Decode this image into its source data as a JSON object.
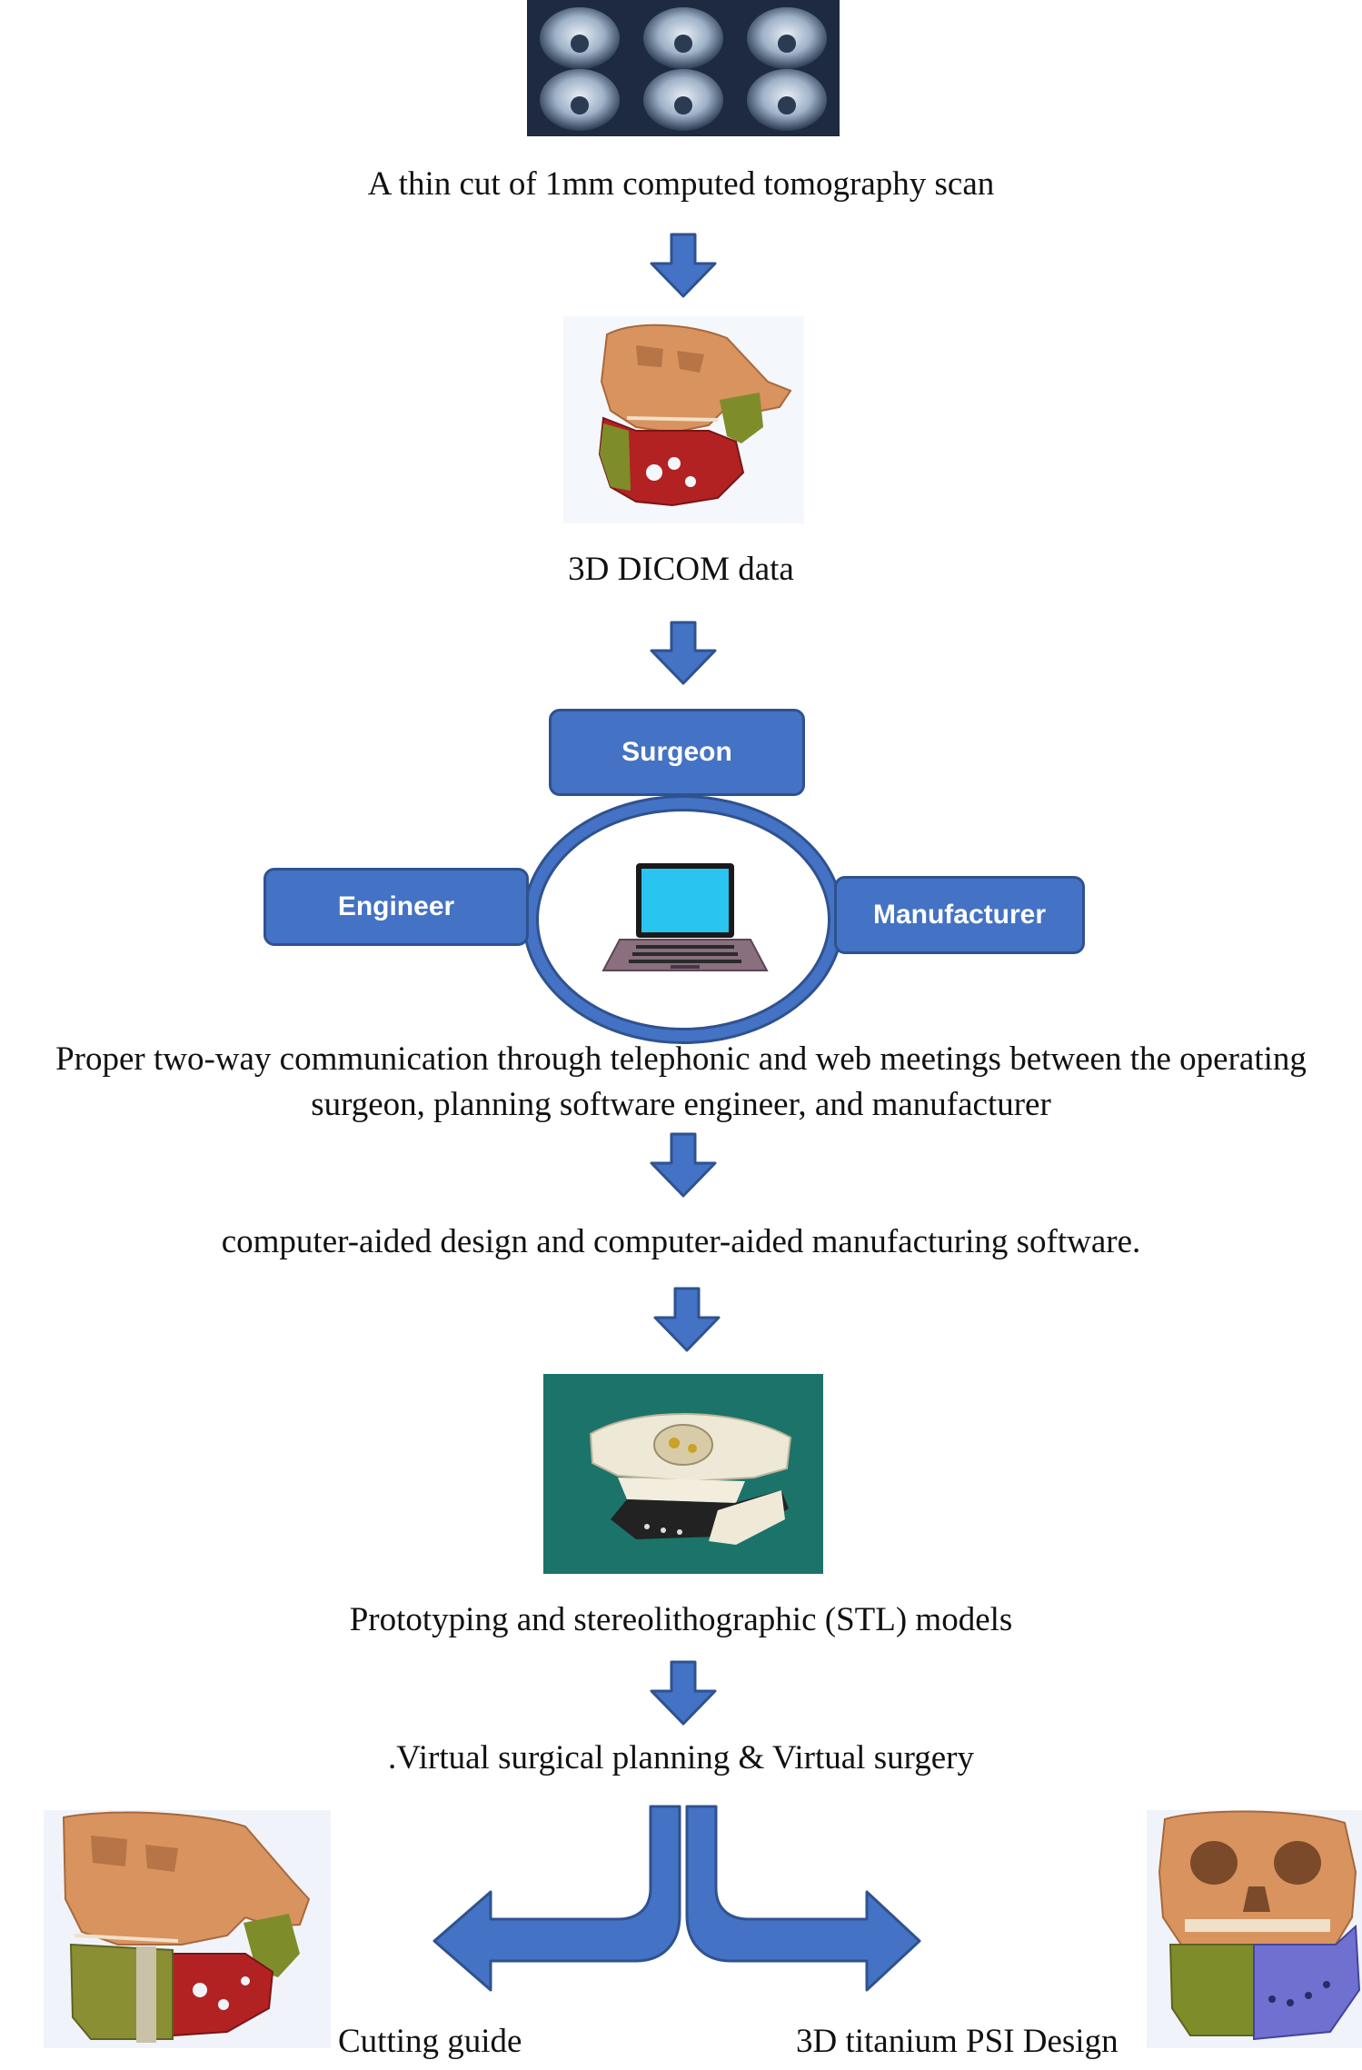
{
  "steps": {
    "ct_scan": "A thin cut of 1mm computed tomography scan",
    "dicom": "3D DICOM data",
    "communication_line1": "Proper two-way communication through telephonic and web meetings between the operating",
    "communication_line2": "surgeon, planning software engineer, and manufacturer",
    "cad_cam": "computer-aided design and computer-aided manufacturing software.",
    "prototyping": "Prototyping and stereolithographic (STL) models",
    "virtual": ".Virtual surgical planning & Virtual surgery",
    "cutting_guide": "Cutting guide",
    "psi_design": "3D titanium PSI Design"
  },
  "roles": {
    "surgeon": "Surgeon",
    "engineer": "Engineer",
    "manufacturer": "Manufacturer"
  },
  "colors": {
    "arrow_fill": "#4472C4",
    "arrow_stroke": "#2F528F",
    "bone": "#D9935F",
    "resection": "#B22222",
    "guide_green": "#7F8C2A",
    "implant_blue": "#7070D0"
  },
  "icons": [
    "ct-scan-image",
    "skull-3d-image",
    "laptop-icon",
    "stl-model-photo",
    "skull-cutting-guide-image",
    "skull-psi-image"
  ]
}
